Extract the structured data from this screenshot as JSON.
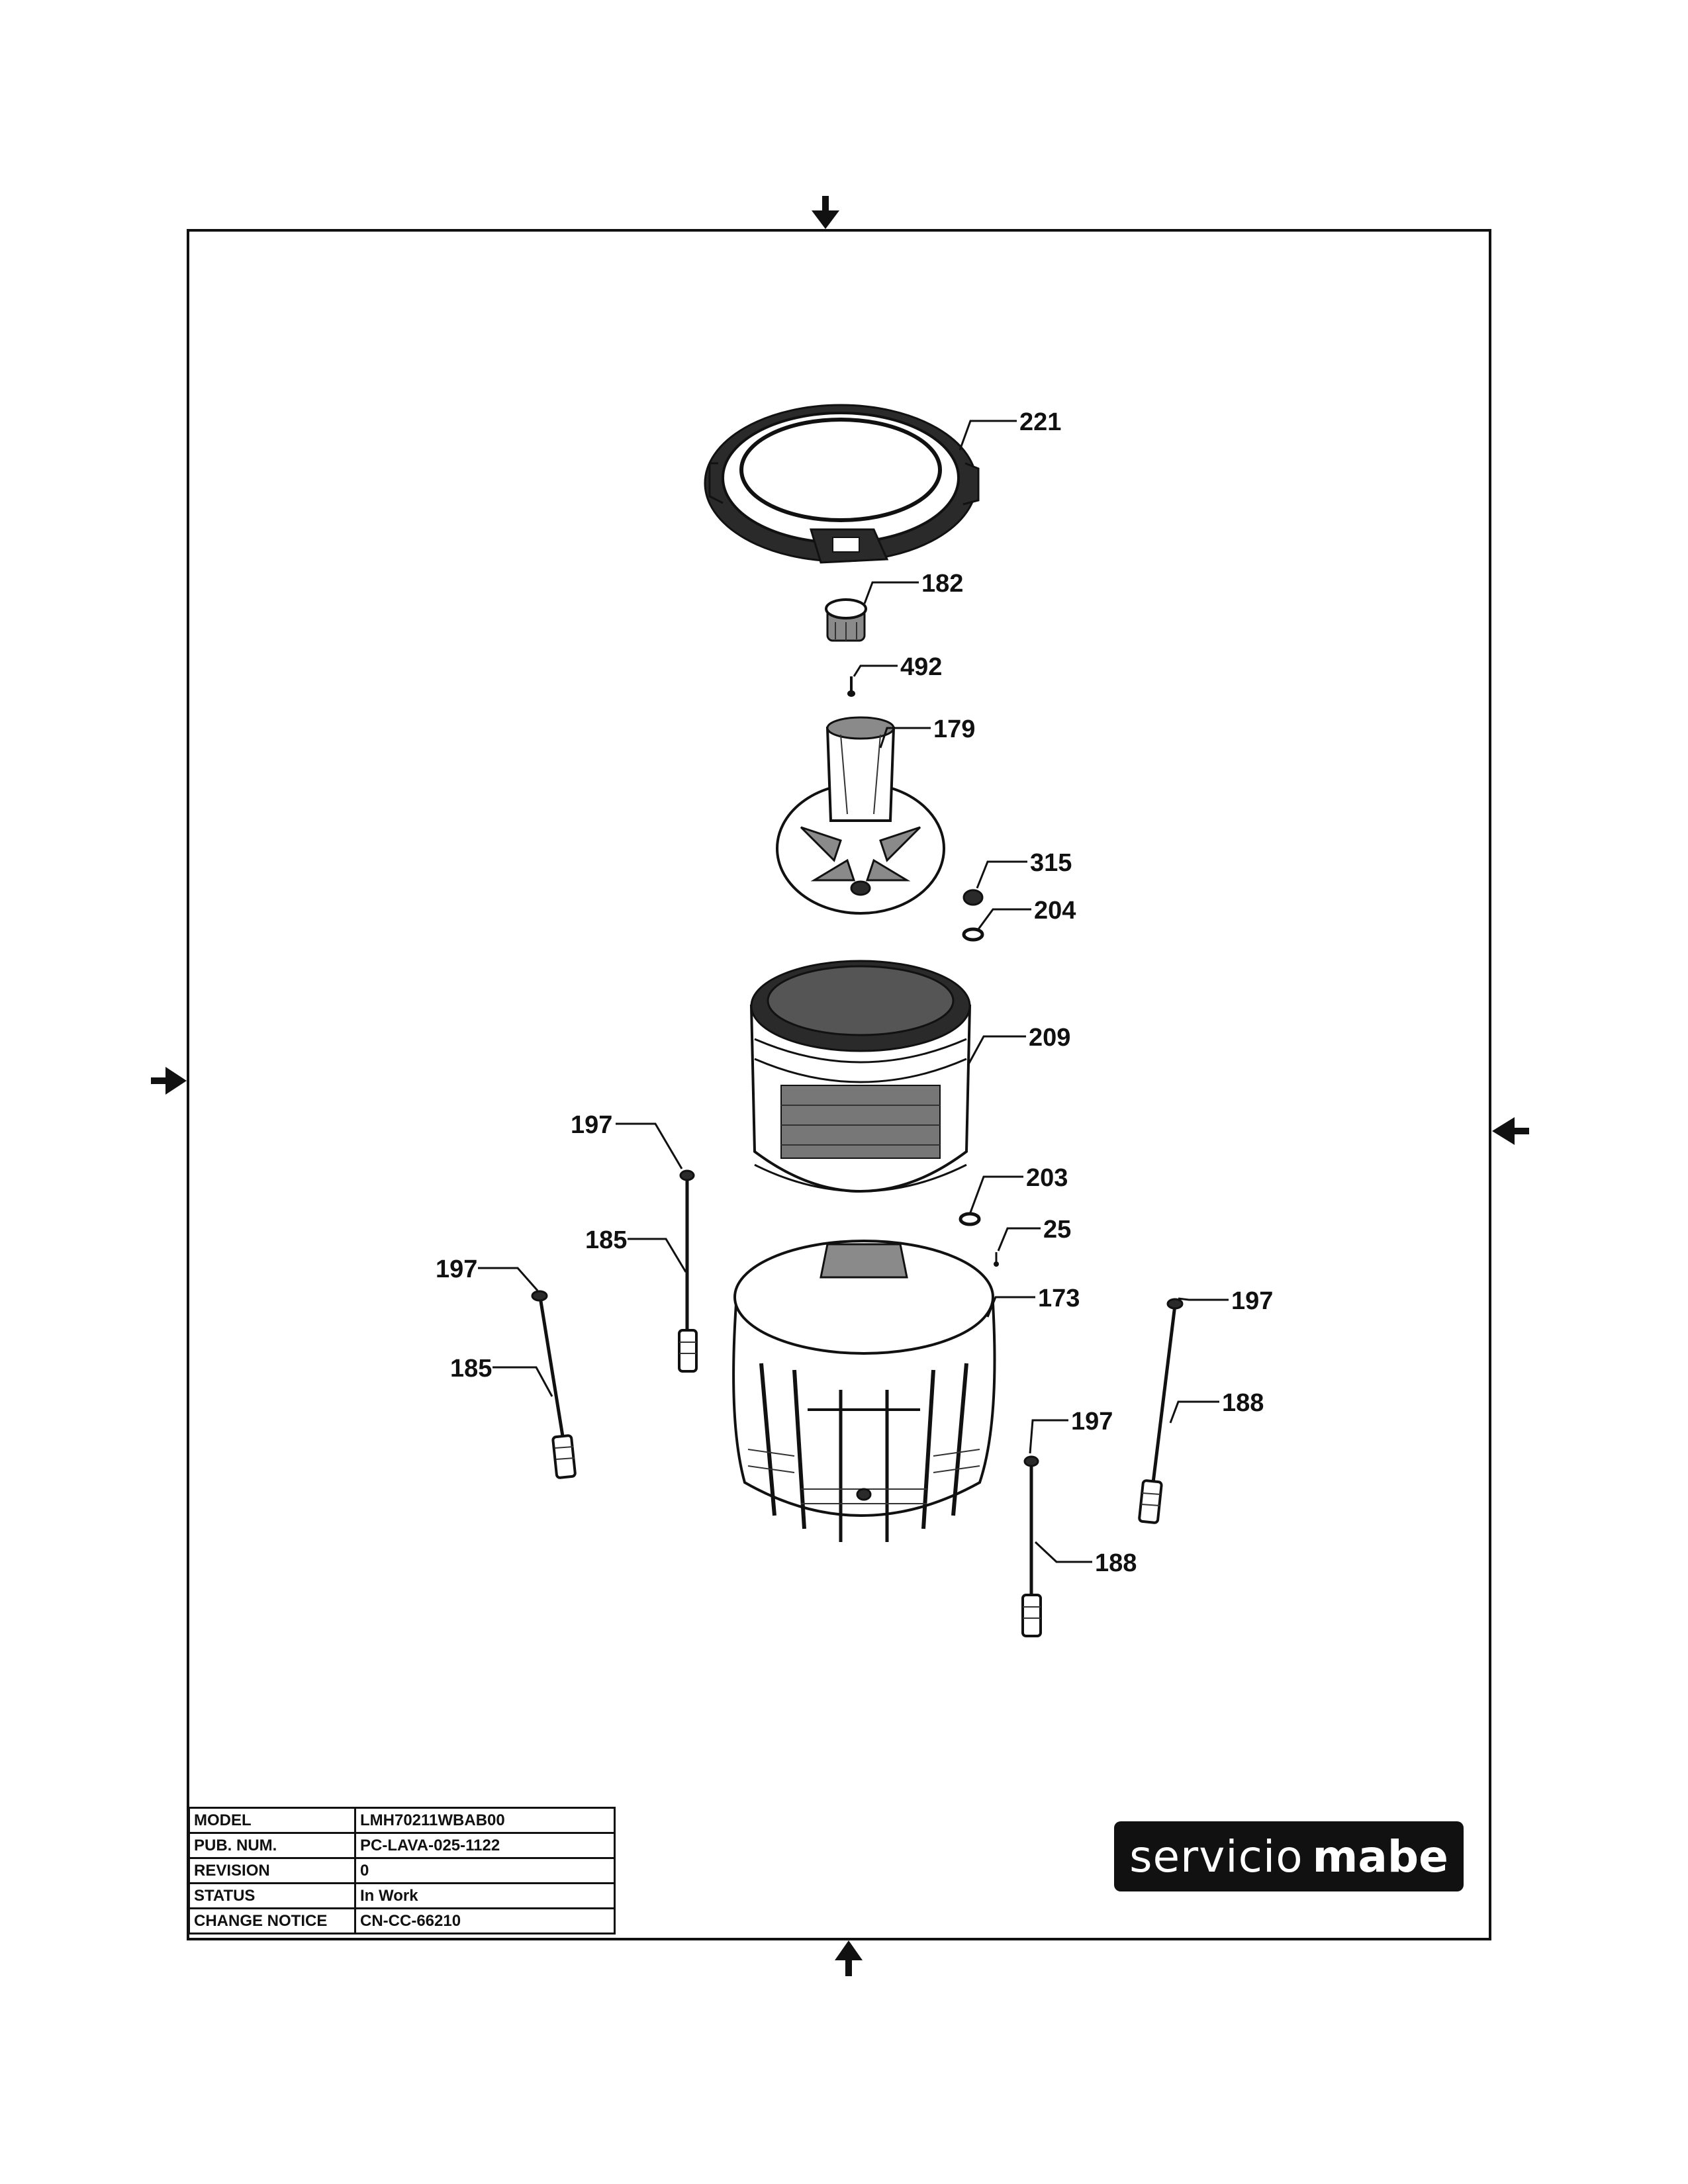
{
  "callouts": [
    {
      "id": "c221",
      "label": "221"
    },
    {
      "id": "c182",
      "label": "182"
    },
    {
      "id": "c492",
      "label": "492"
    },
    {
      "id": "c179",
      "label": "179"
    },
    {
      "id": "c315",
      "label": "315"
    },
    {
      "id": "c204",
      "label": "204"
    },
    {
      "id": "c209",
      "label": "209"
    },
    {
      "id": "c197a",
      "label": "197"
    },
    {
      "id": "c185a",
      "label": "185"
    },
    {
      "id": "c203",
      "label": "203"
    },
    {
      "id": "c25",
      "label": "25"
    },
    {
      "id": "c197b",
      "label": "197"
    },
    {
      "id": "c173",
      "label": "173"
    },
    {
      "id": "c197c",
      "label": "197"
    },
    {
      "id": "c185b",
      "label": "185"
    },
    {
      "id": "c188a",
      "label": "188"
    },
    {
      "id": "c197d",
      "label": "197"
    },
    {
      "id": "c188b",
      "label": "188"
    }
  ],
  "title_block": {
    "rows": [
      {
        "key": "MODEL",
        "value": "LMH70211WBAB00"
      },
      {
        "key": "PUB. NUM.",
        "value": "PC-LAVA-025-1122"
      },
      {
        "key": "REVISION",
        "value": "0"
      },
      {
        "key": "STATUS",
        "value": "In Work"
      },
      {
        "key": "CHANGE NOTICE",
        "value": "CN-CC-66210"
      }
    ]
  },
  "logo": {
    "light": "servicio",
    "bold": "mabe"
  }
}
